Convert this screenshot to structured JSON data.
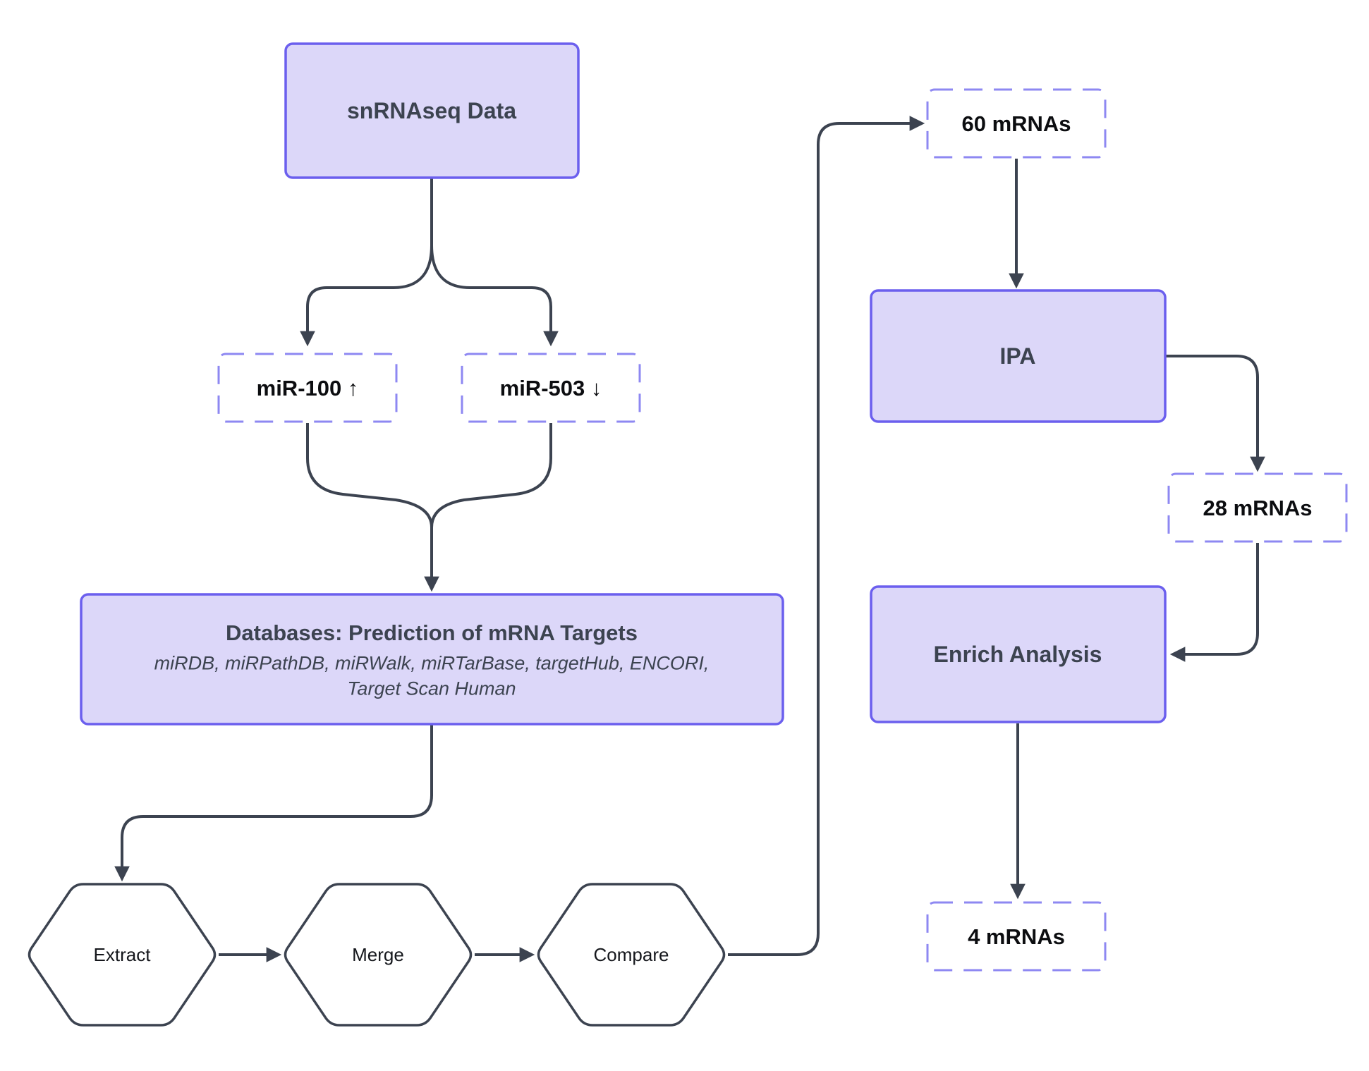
{
  "diagram": {
    "background": "#ffffff",
    "colors": {
      "node_fill": "#dcd7f9",
      "node_border": "#6b5fee",
      "dashed_border": "#8e88f2",
      "line": "#3c4350",
      "node_text": "#3c4350",
      "dashed_text": "#0c0d10",
      "hex_text": "#15171c",
      "hex_fill": "#ffffff"
    },
    "nodes": {
      "snrnaseq": {
        "label": "snRNAseq Data",
        "type": "solid-box"
      },
      "mir100": {
        "label": "miR-100 ↑",
        "direction": "up",
        "type": "dashed-box"
      },
      "mir503": {
        "label": "miR-503 ↓",
        "direction": "down",
        "type": "dashed-box"
      },
      "databases": {
        "title": "Databases: Prediction of mRNA Targets",
        "subtitle_lines": [
          "miRDB, miRPathDB, miRWalk, miRTarBase, targetHub, ENCORI,",
          "Target Scan Human"
        ],
        "type": "solid-box"
      },
      "extract": {
        "label": "Extract",
        "type": "hexagon"
      },
      "merge": {
        "label": "Merge",
        "type": "hexagon"
      },
      "compare": {
        "label": "Compare",
        "type": "hexagon"
      },
      "mrnas60": {
        "label": "60 mRNAs",
        "type": "dashed-box"
      },
      "ipa": {
        "label": "IPA",
        "type": "solid-box"
      },
      "mrnas28": {
        "label": "28 mRNAs",
        "type": "dashed-box"
      },
      "enrich": {
        "label": "Enrich Analysis",
        "type": "solid-box"
      },
      "mrnas4": {
        "label": "4 mRNAs",
        "type": "dashed-box"
      }
    },
    "edges": [
      {
        "from": "snRNAseq Data",
        "to": "miR-100 ↑"
      },
      {
        "from": "snRNAseq Data",
        "to": "miR-503 ↓"
      },
      {
        "from": "miR-100 ↑",
        "to": "Databases: Prediction of mRNA Targets"
      },
      {
        "from": "miR-503 ↓",
        "to": "Databases: Prediction of mRNA Targets"
      },
      {
        "from": "Databases: Prediction of mRNA Targets",
        "to": "Extract"
      },
      {
        "from": "Extract",
        "to": "Merge"
      },
      {
        "from": "Merge",
        "to": "Compare"
      },
      {
        "from": "Compare",
        "to": "60 mRNAs"
      },
      {
        "from": "60 mRNAs",
        "to": "IPA"
      },
      {
        "from": "IPA",
        "to": "28 mRNAs"
      },
      {
        "from": "28 mRNAs",
        "to": "Enrich Analysis"
      },
      {
        "from": "Enrich Analysis",
        "to": "4 mRNAs"
      }
    ]
  }
}
